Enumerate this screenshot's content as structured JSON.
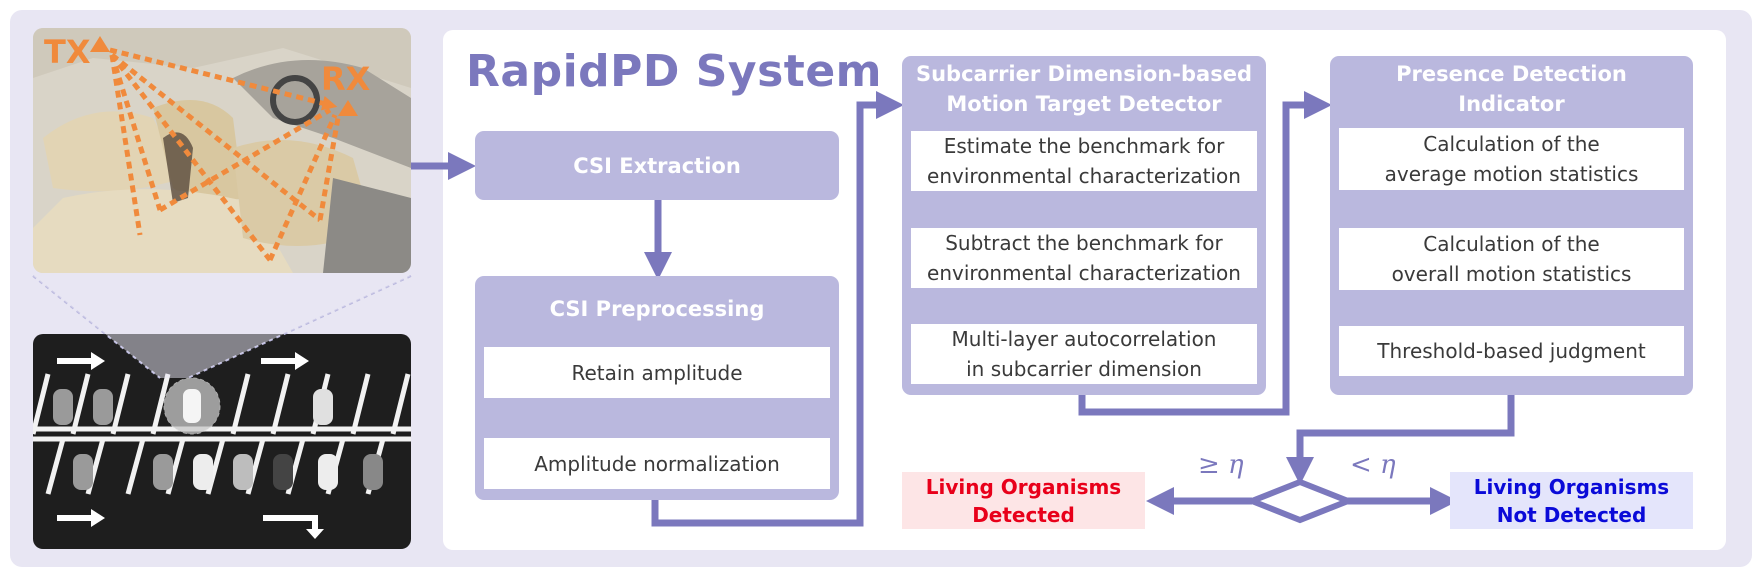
{
  "system_title": "RapidPD System",
  "photos": {
    "car_interior": {
      "tx_label": "TX",
      "rx_label": "RX"
    },
    "parking_lot": {}
  },
  "csi_extraction": {
    "title": "CSI Extraction"
  },
  "csi_preprocessing": {
    "title": "CSI Preprocessing",
    "steps": [
      "Retain amplitude",
      "Amplitude normalization"
    ]
  },
  "motion_detector": {
    "title_line1": "Subcarrier Dimension-based",
    "title_line2": "Motion Target Detector",
    "steps": [
      [
        "Estimate the benchmark for",
        "environmental characterization"
      ],
      [
        "Subtract the benchmark for",
        "environmental characterization"
      ],
      [
        "Multi-layer autocorrelation",
        "in subcarrier dimension"
      ]
    ]
  },
  "presence_indicator": {
    "title_line1": "Presence Detection",
    "title_line2": "Indicator",
    "steps": [
      [
        "Calculation of the",
        "average motion statistics"
      ],
      [
        "Calculation of the",
        "overall motion statistics"
      ],
      [
        "Threshold-based judgment",
        ""
      ]
    ]
  },
  "decision": {
    "condition_ge": "≥ η",
    "condition_lt": "< η",
    "detected_line1": "Living Organisms",
    "detected_line2": "Detected",
    "not_detected_line1": "Living Organisms",
    "not_detected_line2": "Not Detected"
  },
  "colors": {
    "accent": "#7b78bd",
    "box_fill": "#bab8de",
    "outer_bg": "#e8e6f3",
    "detected_text": "#e8001a",
    "detected_bg": "#fde5e6",
    "not_detected_text": "#0a0ad8",
    "not_detected_bg": "#e4e5fb",
    "path_orange": "#f08a3c"
  }
}
